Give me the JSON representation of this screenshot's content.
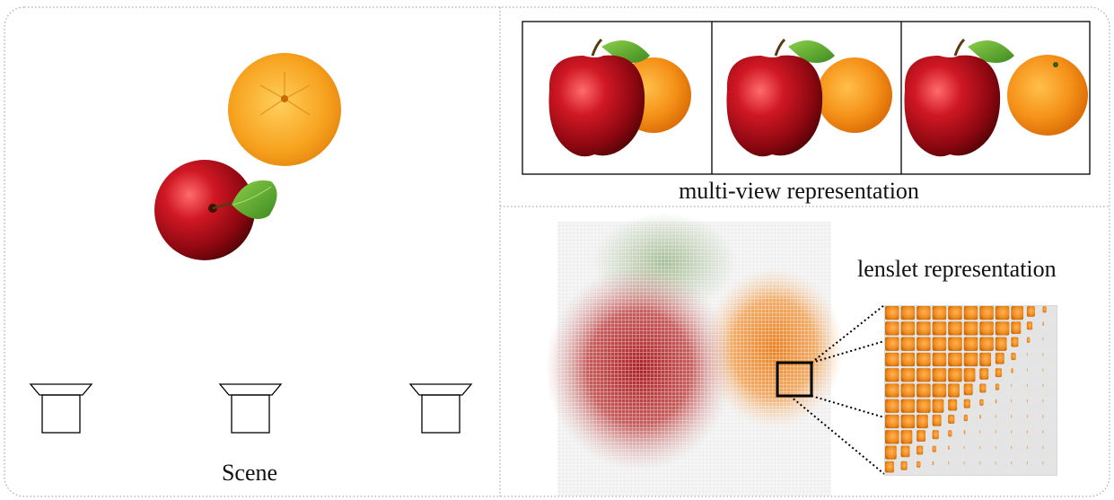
{
  "scene": {
    "caption": "Scene",
    "objects": [
      "orange",
      "apple"
    ],
    "cameras": 3
  },
  "multiview": {
    "caption": "multi-view representation",
    "views": 3
  },
  "lenslet": {
    "caption": "lenslet representation"
  },
  "colors": {
    "border": "#999999",
    "apple": "#c8121c",
    "orange": "#f08a1a",
    "leaf": "#4f9a2a",
    "frame": "#000000"
  }
}
